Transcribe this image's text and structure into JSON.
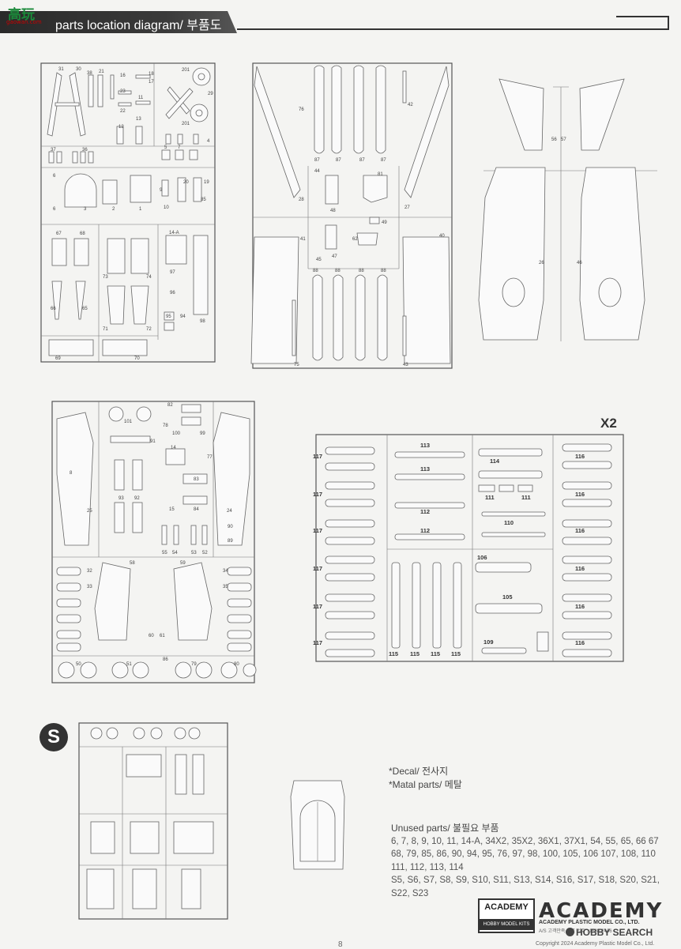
{
  "header": {
    "title": "parts location diagram/ 부품도",
    "logo_text": "高玩",
    "logo_sub": "gaowan.com"
  },
  "sprues": {
    "x2_label": "X2",
    "s_label": "S",
    "part_labels_a": [
      "31",
      "30",
      "38",
      "21",
      "16",
      "18",
      "17",
      "201",
      "29",
      "23",
      "11",
      "22",
      "12",
      "13",
      "201",
      "37",
      "36",
      "6",
      "5",
      "7",
      "4",
      "6",
      "3",
      "2",
      "1",
      "10",
      "20",
      "9",
      "19",
      "85",
      "67",
      "68",
      "14-A",
      "73",
      "74",
      "97",
      "96",
      "66",
      "65",
      "71",
      "72",
      "95",
      "94",
      "98",
      "69",
      "70"
    ],
    "part_labels_b": [
      "76",
      "87",
      "87",
      "87",
      "87",
      "42",
      "44",
      "81",
      "28",
      "48",
      "27",
      "49",
      "41",
      "62",
      "40",
      "45",
      "47",
      "88",
      "88",
      "88",
      "88",
      "75",
      "43"
    ],
    "part_labels_c": [
      "56",
      "57",
      "26",
      "46"
    ],
    "part_labels_d": [
      "82",
      "101",
      "78",
      "100",
      "99",
      "91",
      "14",
      "77",
      "8",
      "25",
      "93",
      "92",
      "83",
      "15",
      "84",
      "24",
      "90",
      "89",
      "55",
      "54",
      "53",
      "52",
      "58",
      "59",
      "32",
      "34",
      "33",
      "35",
      "60",
      "61",
      "50",
      "51",
      "86",
      "79",
      "80"
    ],
    "part_labels_e": [
      "113",
      "114",
      "116",
      "117",
      "112",
      "111",
      "111",
      "110",
      "106",
      "105",
      "109",
      "115"
    ]
  },
  "notes": {
    "decal": "*Decal/ 전사지",
    "metal": "*Matal parts/ 메탈"
  },
  "unused": {
    "title": "Unused parts/ 불필요 부품",
    "line1": "6, 7, 8, 9, 10, 11, 14-A, 34X2, 35X2, 36X1, 37X1, 54, 55, 65, 66 67",
    "line2": "68, 79, 85, 86, 90, 94, 95, 76, 97, 98, 100,  105, 106 107, 108, 110",
    "line3": "111, 112, 113, 114",
    "line4": "S5, S6, S7, S8, S9, S10, S11, S13, S14, S16, S17, S18, S20, S21, S22, S23"
  },
  "footer": {
    "box_top": "ACADEMY",
    "box_bottom": "HOBBY MODEL KITS",
    "brand": "ACADEMY",
    "brand_sub": "ACADEMY PLASTIC MODEL CO., LTD.",
    "brand_sub2": "A/S 고객만족 대표 번호 : 1588-2406",
    "hobby_search": "HOBBY SEARCH",
    "page": "8",
    "copyright": "Copyright 2024 Academy Plastic Model Co., Ltd."
  }
}
